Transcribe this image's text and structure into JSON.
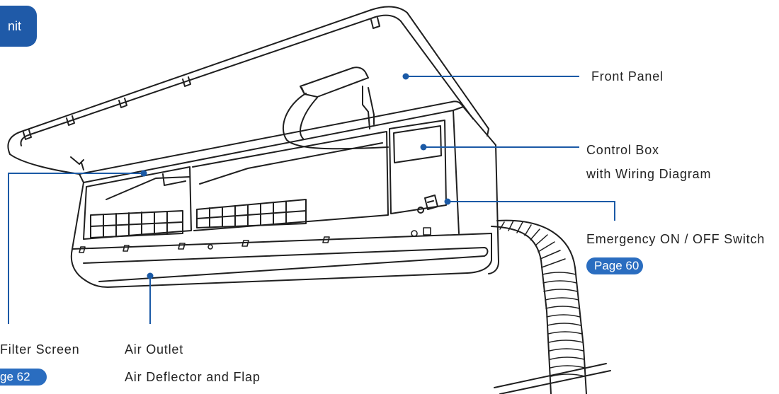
{
  "tab": {
    "label": "nit"
  },
  "labels": {
    "front_panel": "Front Panel",
    "control_box": "Control Box",
    "control_box_sub": "with Wiring Diagram",
    "emergency_switch": "Emergency ON / OFF Switch",
    "emergency_switch_page": "Page 60",
    "filter_screen": "Filter Screen",
    "filter_screen_page": "ge 62",
    "air_outlet": "Air Outlet",
    "air_deflector": "Air Deflector and Flap"
  },
  "colors": {
    "tab": "#1f5aa8",
    "badge": "#2a6dc0",
    "callout_line": "#1b5aa6",
    "drawing": "#1f1f1f",
    "text": "#222222"
  }
}
